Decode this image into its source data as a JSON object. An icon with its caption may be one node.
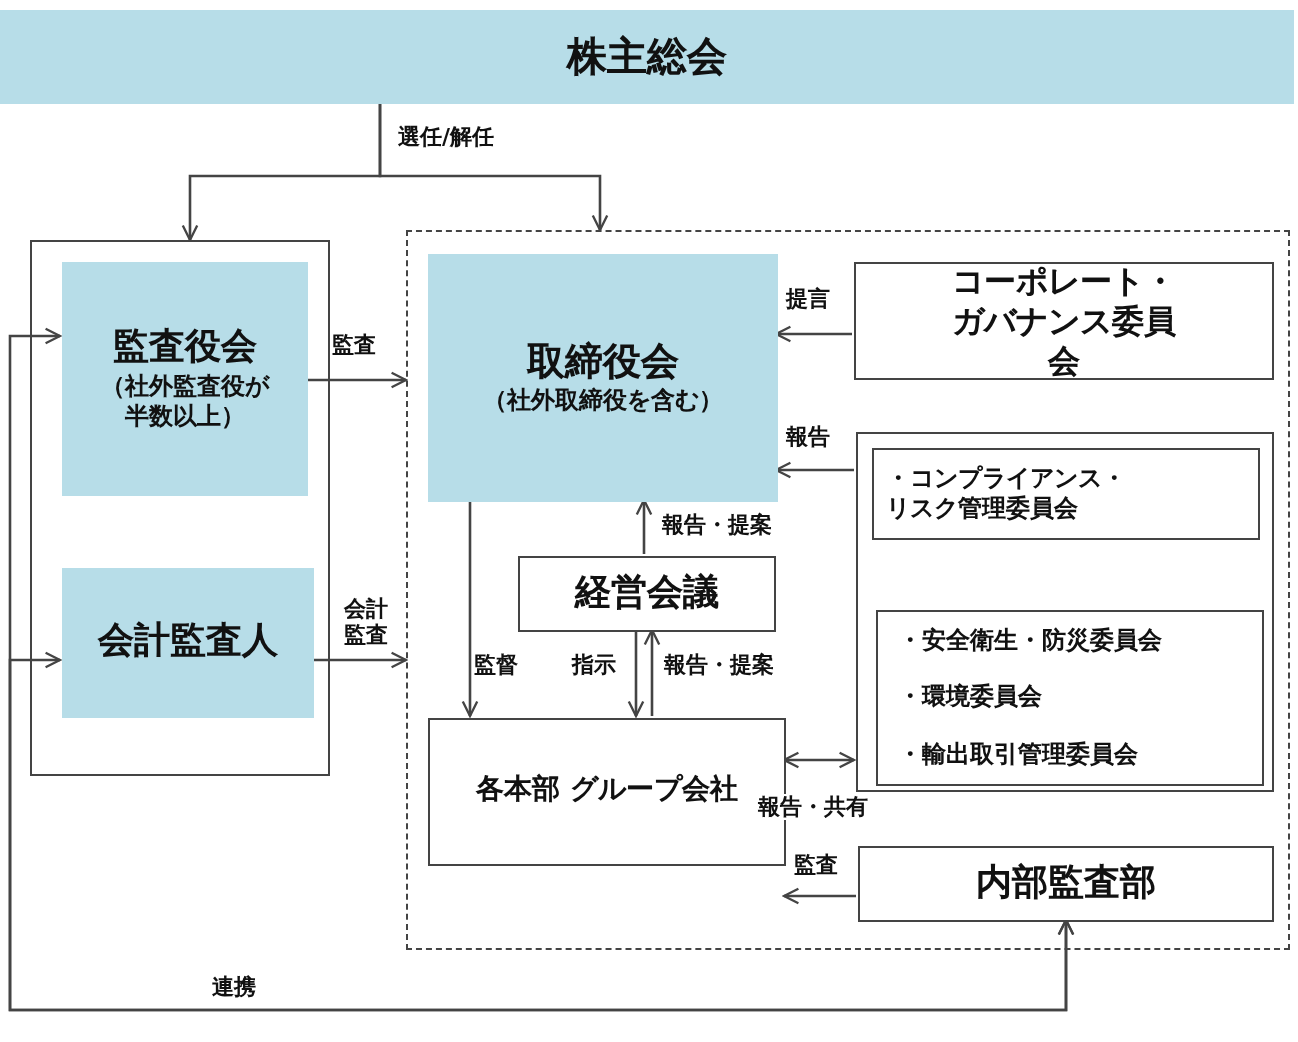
{
  "diagram": {
    "nodes": [
      {
        "text": [
          "株主総会"
        ]
      },
      {
        "text": [],
        "shape": "box"
      },
      {
        "text": [
          "監査役会",
          "（社外監査役が半数以上）"
        ],
        "in": 1
      },
      {
        "text": [
          "会計監査人"
        ],
        "in": 1
      },
      {
        "text": [],
        "shape": "box"
      },
      {
        "text": [
          "取締役会",
          "（社外取締役を含む）"
        ],
        "in": 4
      },
      {
        "text": [
          "コーポレート・ガバナンス委員会"
        ],
        "in": 4
      },
      {
        "text": [],
        "shape": "box",
        "in": 4
      },
      {
        "text": [
          "・コンプライアンス・リスク管理委員会"
        ],
        "in": 7
      },
      {
        "text": [
          "・安全衛生・防災委員会",
          "・環境委員会",
          "・輸出取引管理委員会"
        ],
        "in": 7
      },
      {
        "text": [
          "経営会議"
        ],
        "in": 4
      },
      {
        "text": [
          "各本部 グループ会社"
        ],
        "in": 4
      },
      {
        "text": [
          "内部監査部"
        ],
        "in": 4
      }
    ],
    "edges": [
      {
        "from": 0,
        "to": 1,
        "arrow": "to",
        "label": "選任/解任"
      },
      {
        "from": 0,
        "to": 4,
        "arrow": "to"
      },
      {
        "from": 2,
        "to": 4,
        "arrow": "to",
        "label": "監査"
      },
      {
        "from": 3,
        "to": 4,
        "arrow": "to",
        "label": "会計監査"
      },
      {
        "from": 6,
        "to": 5,
        "arrow": "to",
        "label": "提言"
      },
      {
        "from": 7,
        "to": 5,
        "arrow": "to",
        "label": "報告"
      },
      {
        "from": 10,
        "to": 5,
        "arrow": "to",
        "label": "報告・提案"
      },
      {
        "from": 5,
        "to": 11,
        "arrow": "to",
        "label": "監督"
      },
      {
        "from": 10,
        "to": 11,
        "arrow": "to",
        "label": "指示"
      },
      {
        "from": 11,
        "to": 10,
        "arrow": "to",
        "label": "報告・提案"
      },
      {
        "from": 11,
        "to": 7,
        "arrow": "both",
        "label": "報告・共有"
      },
      {
        "from": 12,
        "to": 11,
        "arrow": "to",
        "label": "監査"
      },
      {
        "from": 2,
        "to": 12,
        "arrow": "both",
        "label": "連携"
      },
      {
        "from": 3,
        "to": 12,
        "arrow": "both"
      }
    ]
  }
}
